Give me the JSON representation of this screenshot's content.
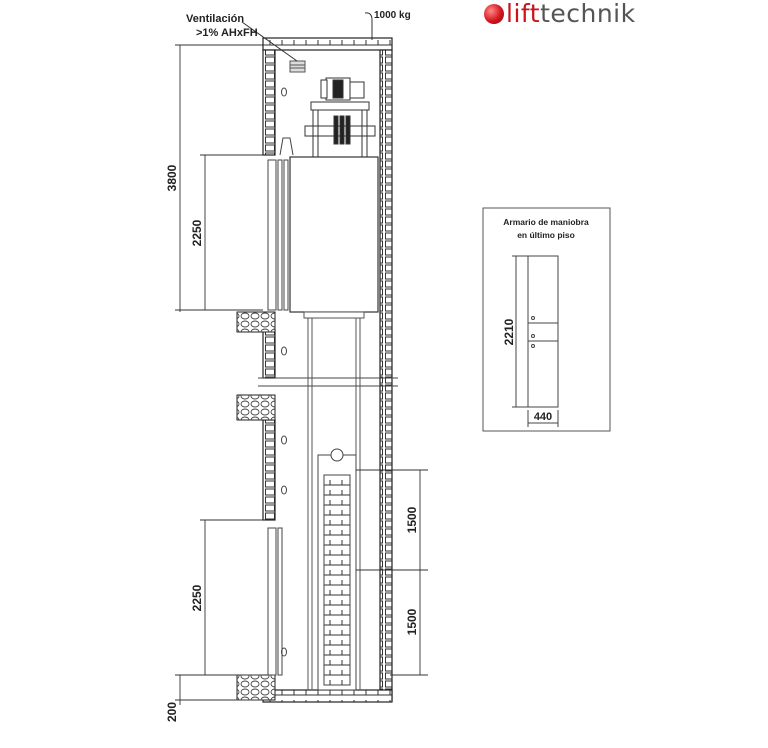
{
  "logo": {
    "part1": "lift",
    "part2": "technik"
  },
  "annotations": {
    "ventilation_line1": "Ventilación",
    "ventilation_line2": ">1% AHxFH",
    "load": "1000 kg"
  },
  "dimensions": {
    "total_height": "3800",
    "door_height_top": "2250",
    "door_height_bottom": "2250",
    "pit_slab": "200",
    "cw_upper": "1500",
    "cw_lower": "1500"
  },
  "cabinet": {
    "title_line1": "Armario de maniobra",
    "title_line2": "en último piso",
    "height": "2210",
    "width": "440"
  }
}
